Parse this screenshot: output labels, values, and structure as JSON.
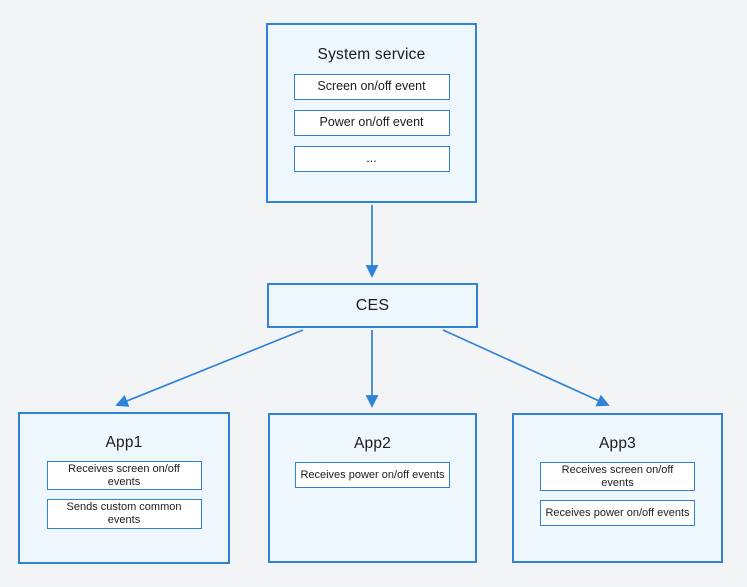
{
  "diagram": {
    "system_service": {
      "title": "System service",
      "events": [
        "Screen on/off event",
        "Power on/off event",
        "..."
      ]
    },
    "ces": {
      "title": "CES"
    },
    "apps": [
      {
        "title": "App1",
        "items": [
          "Receives screen on/off events",
          "Sends custom common events"
        ]
      },
      {
        "title": "App2",
        "items": [
          "Receives power on/off events"
        ]
      },
      {
        "title": "App3",
        "items": [
          "Receives screen on/off events",
          "Receives power on/off events"
        ]
      }
    ],
    "colors": {
      "border_blue": "#2e82d8",
      "node_fill": "#eef6fe",
      "inner_fill": "#ffffff",
      "arrow": "#2e82d8",
      "background": "#f3f4f5",
      "text": "#1c1c1c"
    }
  }
}
